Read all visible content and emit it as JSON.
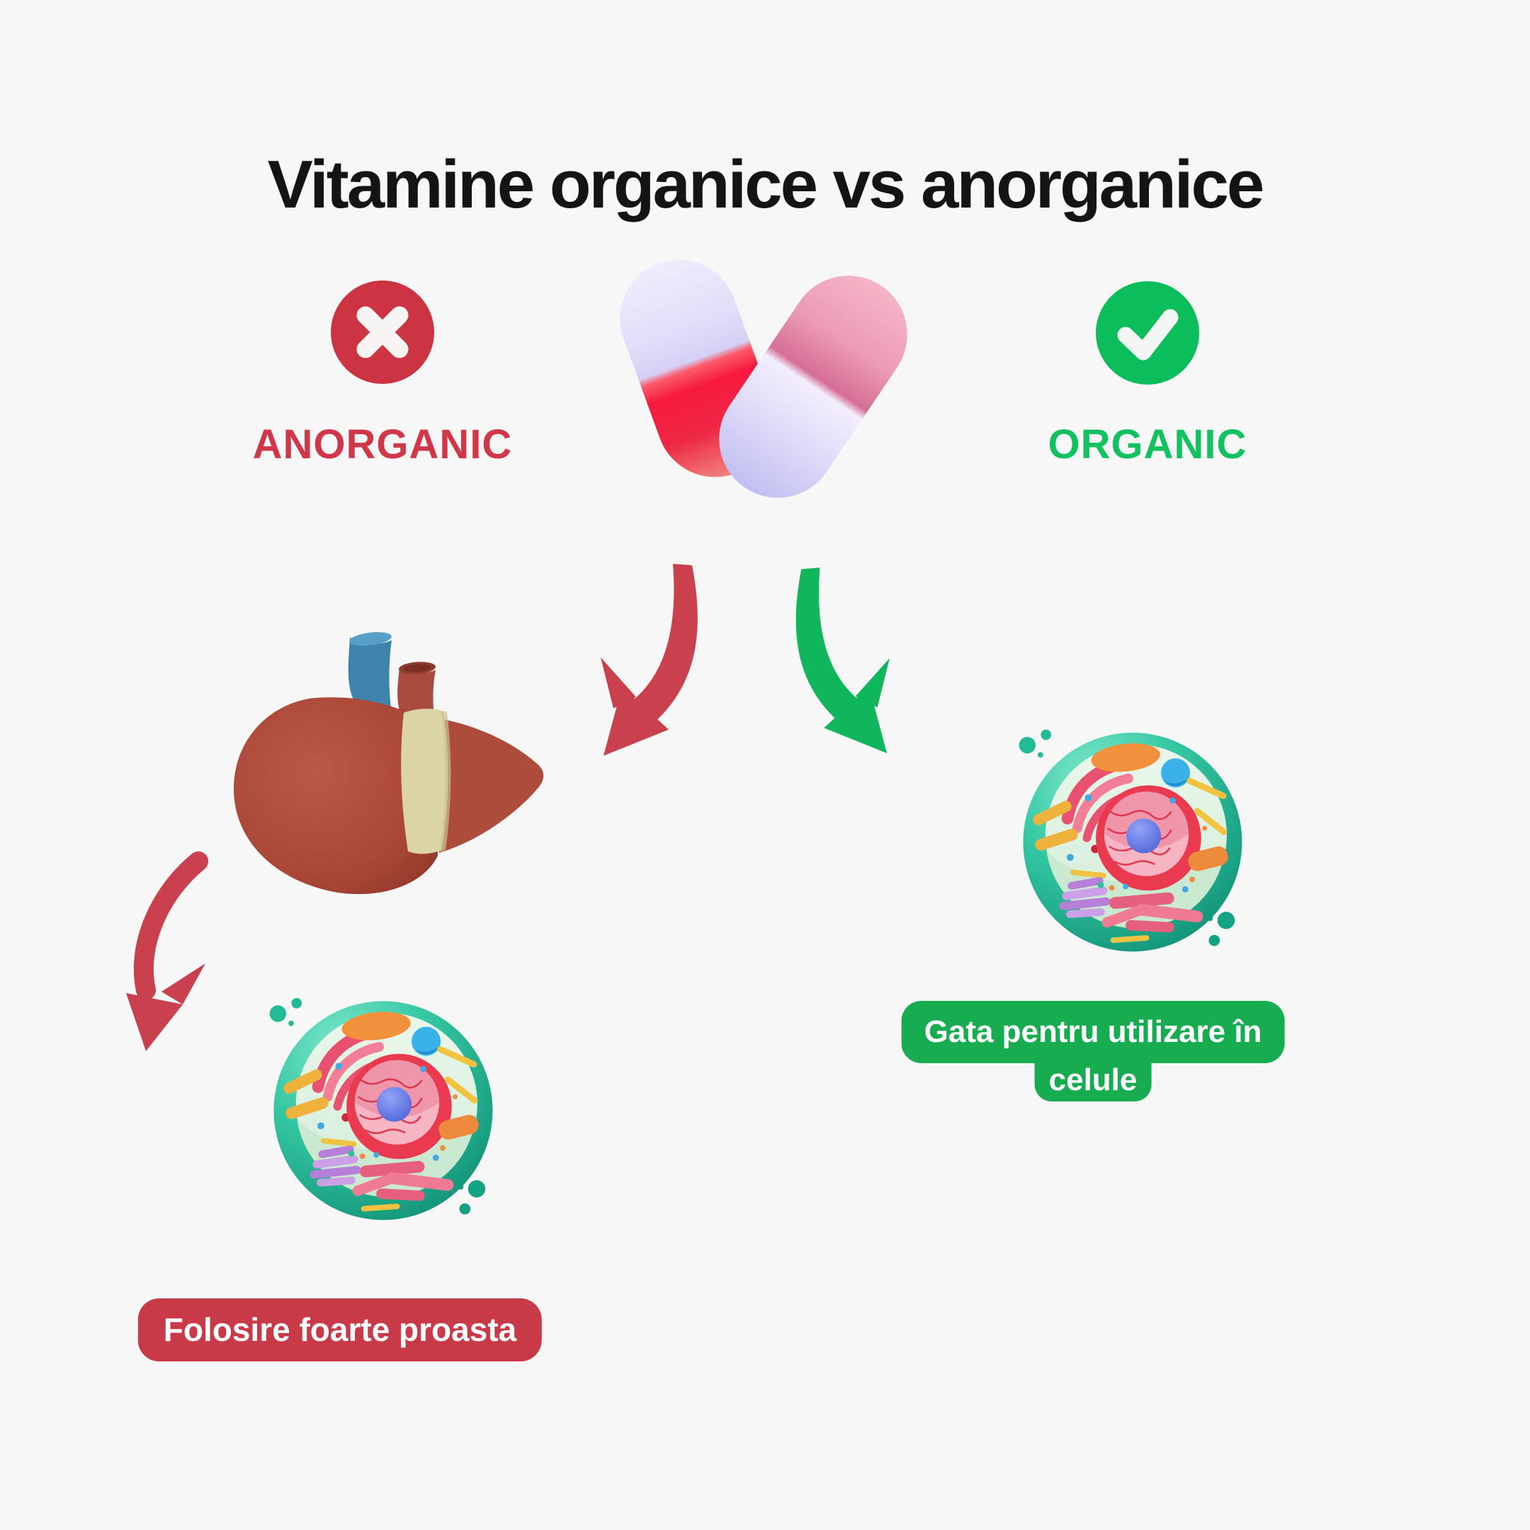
{
  "title": "Vitamine organice vs anorganice",
  "background_color": "#F7F7F7",
  "comparison": {
    "anorganic": {
      "label": "ANORGANIC",
      "icon": "x-circle-icon",
      "color": "#CD3443"
    },
    "organic": {
      "label": "ORGANIC",
      "icon": "check-circle-icon",
      "color": "#0CBE5B"
    },
    "center_icon": "pills-icon"
  },
  "anorganic_path": {
    "arrow_icon": "red-curved-arrow-icon",
    "arrow_color": "#C9404E",
    "organ_icon": "liver-icon",
    "cell_icon": "animal-cell-icon",
    "badge": {
      "label": "Folosire foarte proasta",
      "color": "#C83A47",
      "text_color": "#FFFFFF"
    }
  },
  "organic_path": {
    "arrow_icon": "green-curved-arrow-icon",
    "arrow_color": "#10B65C",
    "cell_icon": "animal-cell-icon",
    "badge": {
      "label": "Gata pentru utilizare în celule",
      "lines": [
        "Gata pentru utilizare în",
        "celule"
      ],
      "color": "#18AC50",
      "text_color": "#FFFFFF"
    }
  }
}
